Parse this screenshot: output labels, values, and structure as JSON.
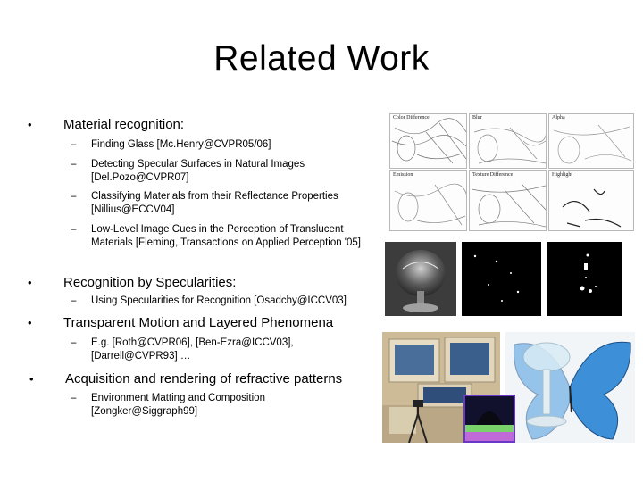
{
  "slide": {
    "title": "Related Work",
    "bullets": [
      {
        "text": "Material recognition:",
        "subs": [
          "Finding Glass [Mc.Henry@CVPR05/06]",
          "Detecting Specular Surfaces in Natural Images [Del.Pozo@CVPR07]",
          "Classifying Materials from their Reflectance Properties [Nillius@ECCV04]",
          "Low-Level Image Cues in the Perception of Translucent Materials [Fleming, Transactions on Applied Perception '05]"
        ]
      },
      {
        "text": "Recognition by Specularities:",
        "subs": [
          "Using Specularities for Recognition [Osadchy@ICCV03]"
        ]
      },
      {
        "text": "Transparent Motion and Layered Phenomena",
        "subs": [
          "E.g. [Roth@CVPR06], [Ben-Ezra@ICCV03], [Darrell@CVPR93] …"
        ]
      },
      {
        "text": "Acquisition and rendering of refractive patterns",
        "subs": [
          "Environment Matting and Composition [Zongker@Siggraph99]"
        ]
      }
    ],
    "bullet_symbol": "•",
    "sub_symbol": "–"
  },
  "figure_panels": [
    "Color Difference",
    "Blur",
    "Alpha",
    "Emission",
    "Texture Difference",
    "Highlight"
  ]
}
